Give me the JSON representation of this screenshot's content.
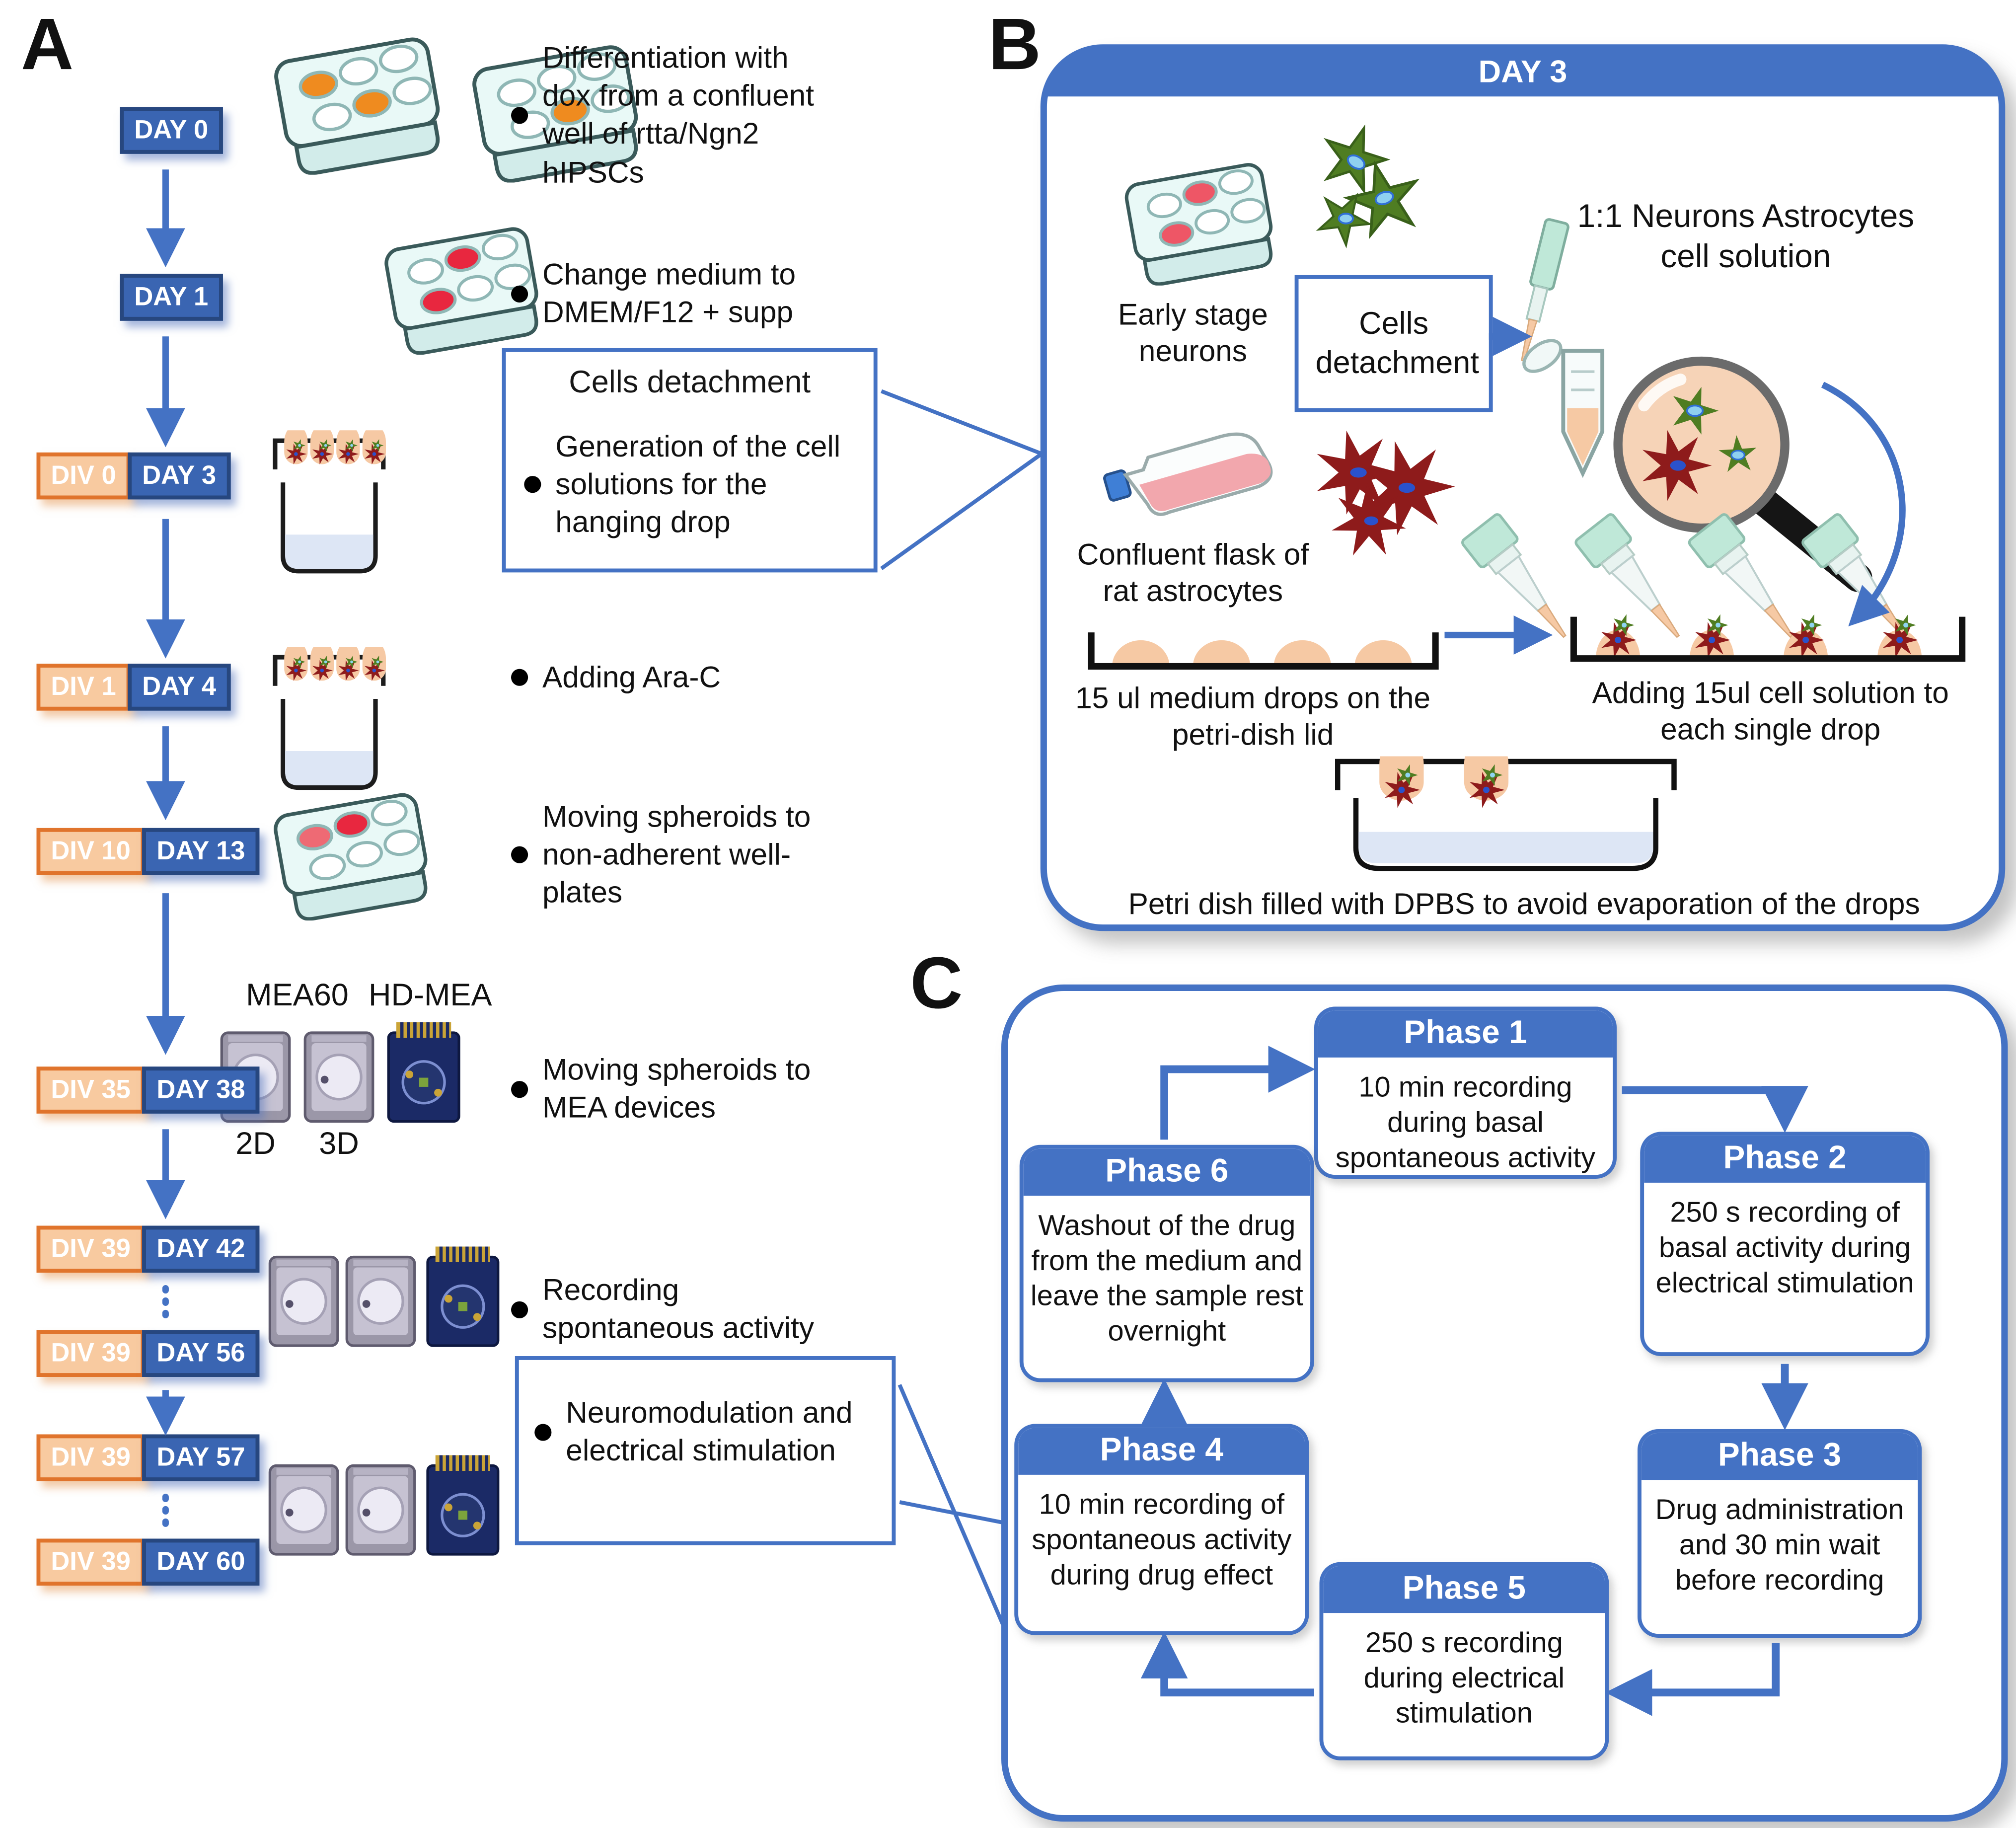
{
  "figure": {
    "panelA": {
      "label": "A",
      "badges": [
        {
          "div": "",
          "day": "DAY 0"
        },
        {
          "div": "",
          "day": "DAY 1"
        },
        {
          "div": "DIV 0",
          "day": "DAY 3"
        },
        {
          "div": "DIV 1",
          "day": "DAY 4"
        },
        {
          "div": "DIV 10",
          "day": "DAY 13"
        },
        {
          "div": "DIV 35",
          "day": "DAY 38"
        },
        {
          "div": "DIV 39",
          "day": "DAY 42"
        },
        {
          "div": "DIV 39",
          "day": "DAY 56"
        },
        {
          "div": "DIV 39",
          "day": "DAY 57"
        },
        {
          "div": "DIV 39",
          "day": "DAY 60"
        }
      ],
      "bullets": {
        "b1": "Differentiation with dox from a confluent well of rtta/Ngn2 hIPSCs",
        "b2": "Change medium to DMEM/F12 + supp",
        "b3": "Adding Ara-C",
        "b4": "Moving spheroids to non-adherent well-plates",
        "b5": "Moving spheroids to MEA devices",
        "b6": "Recording spontaneous activity"
      },
      "box1": {
        "title": "Cells detachment",
        "bullet": "Generation of the cell solutions for the hanging drop"
      },
      "box2": {
        "bullet": "Neuromodulation and electrical stimulation"
      },
      "device_labels": {
        "mea60": "MEA60",
        "hdmea": "HD-MEA",
        "two_d": "2D",
        "three_d": "3D"
      }
    },
    "panelB": {
      "label": "B",
      "header": "DAY 3",
      "early_stage": "Early stage neurons",
      "cells_detachment": "Cells detachment",
      "ratio": "1:1 Neurons Astrocytes cell solution",
      "flask": "Confluent flask of rat astrocytes",
      "drops_left": "15 ul medium drops on the petri-dish lid",
      "drops_right": "Adding 15ul cell solution to each single drop",
      "caption": "Petri dish filled with DPBS to avoid evaporation of the drops"
    },
    "panelC": {
      "label": "C",
      "phases": [
        {
          "name": "Phase 1",
          "text": "10 min recording during basal spontaneous activity"
        },
        {
          "name": "Phase 2",
          "text": "250 s recording of basal activity during electrical stimulation"
        },
        {
          "name": "Phase 3",
          "text": "Drug administration and 30 min wait before recording"
        },
        {
          "name": "Phase 4",
          "text": "10 min recording of spontaneous activity during drug effect"
        },
        {
          "name": "Phase 5",
          "text": "250 s recording during electrical stimulation"
        },
        {
          "name": "Phase 6",
          "text": "Washout of the drug from the medium and leave the sample rest overnight"
        }
      ]
    },
    "colors": {
      "accent": "#4472c4",
      "day_fill": "#3a65b2",
      "day_border": "#27477f",
      "div_fill": "#f8caa0",
      "div_border": "#e0742c",
      "drop": "#f6c9a4",
      "liquid": "#dde6f5",
      "neuron_green": "#4f7d22",
      "astrocyte_red": "#8e1b1b"
    }
  }
}
